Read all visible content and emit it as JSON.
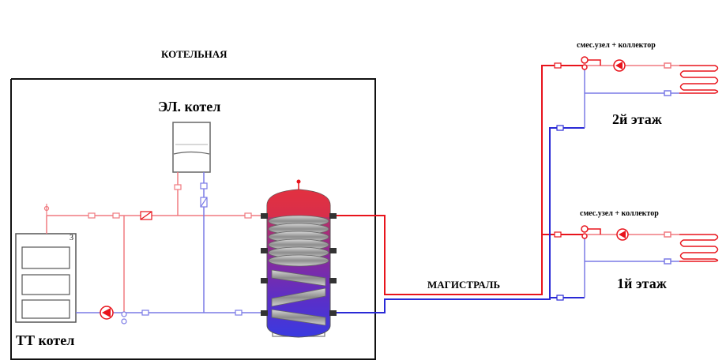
{
  "labels": {
    "boiler_room": "КОТЕЛЬНАЯ",
    "electric_boiler": "ЭЛ. котел",
    "solid_fuel_boiler": "ТТ котел",
    "main_line": "МАГИСТРАЛЬ",
    "mixing_unit_top": "смес.узел + коллектор",
    "mixing_unit_bottom": "смес.узел + коллектор",
    "floor_2": "2й этаж",
    "floor_1": "1й этаж",
    "boiler_number": "3"
  },
  "colors": {
    "supply_main": "#e8141c",
    "supply_light": "#f07a80",
    "return_main": "#2a2ad6",
    "return_light": "#7a7ae6",
    "frame": "#111111",
    "equipment": "#555555"
  },
  "icons": [
    "pump-icon",
    "valve-icon",
    "filter-icon",
    "air-vent-icon",
    "coil-icon",
    "tank-icon",
    "boiler-icon",
    "underfloor-loop-icon"
  ]
}
